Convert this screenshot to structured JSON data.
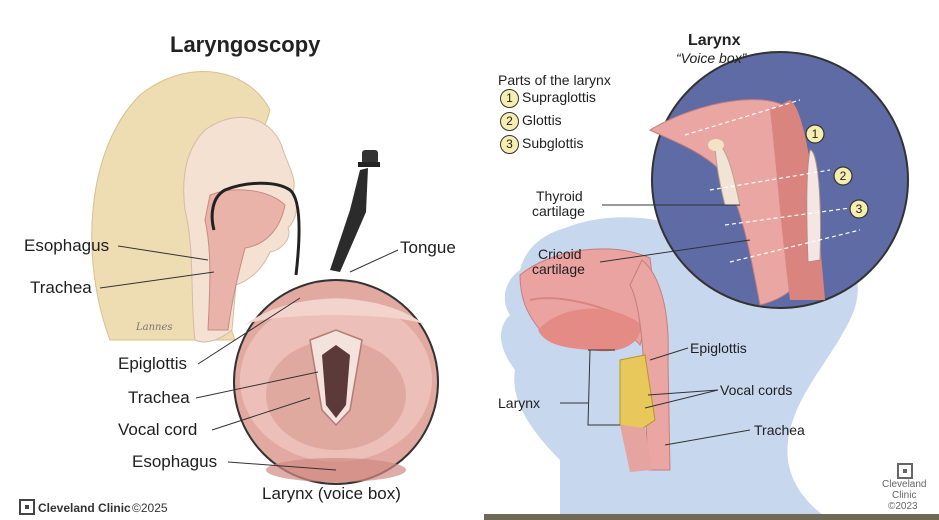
{
  "left": {
    "title": "Laryngoscopy",
    "labels": {
      "esophagus_top": "Esophagus",
      "trachea_top": "Trachea",
      "tongue": "Tongue",
      "epiglottis": "Epiglottis",
      "trachea_bottom": "Trachea",
      "vocal_cord": "Vocal cord",
      "esophagus_bottom": "Esophagus",
      "caption": "Larynx (voice box)"
    },
    "footer": {
      "brand": "Cleveland Clinic",
      "copyright": "©2025"
    }
  },
  "right": {
    "title": "Larynx",
    "subtitle": "“Voice box”",
    "parts_heading": "Parts of the larynx",
    "parts": [
      {
        "num": "1",
        "name": "Supraglottis"
      },
      {
        "num": "2",
        "name": "Glottis"
      },
      {
        "num": "3",
        "name": "Subglottis"
      }
    ],
    "labels": {
      "thyroid_1": "Thyroid",
      "thyroid_2": "cartilage",
      "cricoid_1": "Cricoid",
      "cricoid_2": "cartilage",
      "larynx": "Larynx",
      "epiglottis": "Epiglottis",
      "vocal_cords": "Vocal cords",
      "trachea": "Trachea"
    },
    "footer": {
      "brand_1": "Cleveland",
      "brand_2": "Clinic",
      "copyright": "©2023"
    }
  },
  "colors": {
    "skin": "#f5e1d2",
    "hair": "#eedcb2",
    "tissue_pink": "#e7a7a0",
    "circle_bg": "#5f6ba5",
    "body_blue": "#c7d8ee",
    "cartilage_yellow": "#e8c75b"
  },
  "icons": [
    "cleveland-clinic-logo-icon",
    "laryngoscope-icon",
    "number-circle-icon"
  ]
}
